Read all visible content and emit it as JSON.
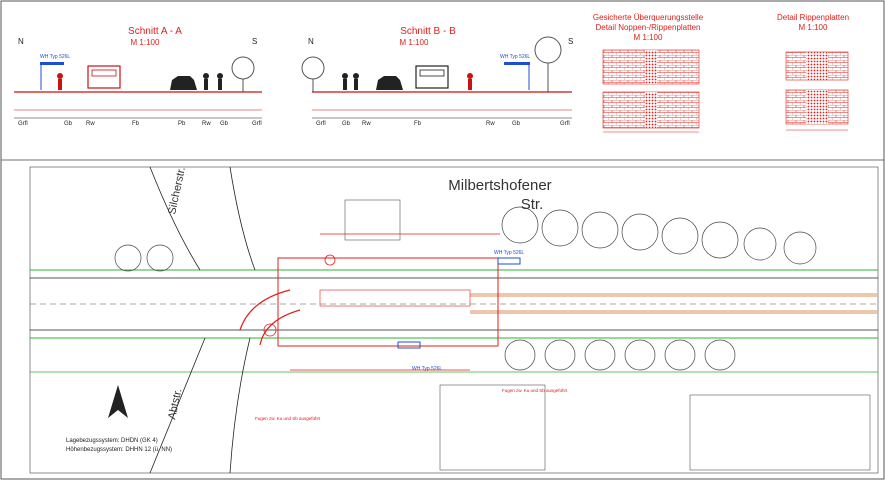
{
  "header": {
    "section_a": {
      "title": "Schnitt A - A",
      "scale": "M 1:100",
      "north": "N",
      "south": "S",
      "stop_label": "WH Typ 526L",
      "zones": [
        "Grfl",
        "Gb",
        "Rw",
        "Fb",
        "Pb",
        "Rw",
        "Gb",
        "Grfl"
      ]
    },
    "section_b": {
      "title": "Schnitt B - B",
      "scale": "M 1:100",
      "north": "N",
      "south": "S",
      "stop_label": "WH Typ 526L",
      "zones": [
        "Grfl",
        "Gb",
        "Rw",
        "Fb",
        "Rw",
        "Gb",
        "Grfl"
      ]
    },
    "crossing": {
      "title_line1": "Gesicherte Überquerungsstelle",
      "title_line2": "Detail Noppen-/Rippenplatten",
      "scale": "M 1:100"
    },
    "rib_detail": {
      "title": "Detail Rippenplatten",
      "scale": "M 1:100"
    }
  },
  "plan": {
    "street_main": "Milbertshofener",
    "street_main_2": "Str.",
    "street_silcher": "Silcherstr.",
    "street_abt": "Abtstr.",
    "stop_label_1": "WH Typ 526L",
    "stop_label_2": "WH Typ 526L",
    "coord_line1": "Lagebezugssystem: DHDN (GK 4)",
    "coord_line2": "Höhenbezugssystem: DHHN 12 (ü. NN)",
    "note_1": "Fugen zw. Ku und Sb ausgeführt",
    "note_2": "Fugen zw. Ku und Sb ausgeführt"
  },
  "colors": {
    "annotation": "#e0201c",
    "stop": "#1d4fd0",
    "linework": "#222222",
    "kerb": "#e8b89a",
    "green": "#2fb52f"
  }
}
